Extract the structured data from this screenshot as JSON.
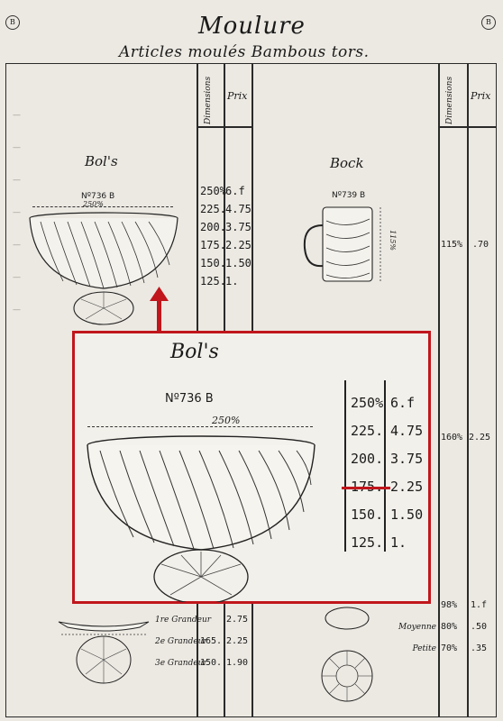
{
  "header": {
    "title": "Moulure",
    "subtitle": "Articles moulés Bambous tors.",
    "emblem_left": "B",
    "emblem_right": "B"
  },
  "columns": {
    "dimensions_label": "Dimensions",
    "prix_label": "Prix"
  },
  "left_item": {
    "name": "Bol's",
    "ref": "Nº736 B",
    "width_label": "250%",
    "rows": [
      {
        "dim": "250%",
        "price": "6.f"
      },
      {
        "dim": "225.",
        "price": "4.75"
      },
      {
        "dim": "200.",
        "price": "3.75"
      },
      {
        "dim": "175.",
        "price": "2.25"
      },
      {
        "dim": "150.",
        "price": "1.50"
      },
      {
        "dim": "125.",
        "price": "1."
      }
    ]
  },
  "right_item": {
    "name": "Bock",
    "ref": "Nº739 B",
    "height_label": "115%",
    "dim": "115%",
    "price": ".70"
  },
  "right_mid": {
    "dim": "160%",
    "price": "2.25"
  },
  "bottom_left": {
    "rows": [
      {
        "label": "1re Grandeur",
        "dim": "",
        "price": "2.75"
      },
      {
        "label": "2e Grandeur",
        "dim": "165.",
        "price": "2.25"
      },
      {
        "label": "3e Grandeur",
        "dim": "150.",
        "price": "1.90"
      }
    ]
  },
  "bottom_right": {
    "rows": [
      {
        "label": "",
        "dim": "98%",
        "price": "1.f"
      },
      {
        "label": "Moyenne",
        "dim": "80%",
        "price": ".50"
      },
      {
        "label": "Petite",
        "dim": "70%",
        "price": ".35"
      }
    ]
  },
  "zoom": {
    "name": "Bol's",
    "ref": "Nº736 B",
    "width_label": "250%",
    "rows": [
      {
        "dim": "250%",
        "price": "6.f"
      },
      {
        "dim": "225.",
        "price": "4.75"
      },
      {
        "dim": "200.",
        "price": "3.75"
      },
      {
        "dim": "175.",
        "price": "2.25"
      },
      {
        "dim": "150.",
        "price": "1.50"
      },
      {
        "dim": "125.",
        "price": "1."
      }
    ],
    "highlight_row": 3,
    "accent": "#c0161c"
  }
}
